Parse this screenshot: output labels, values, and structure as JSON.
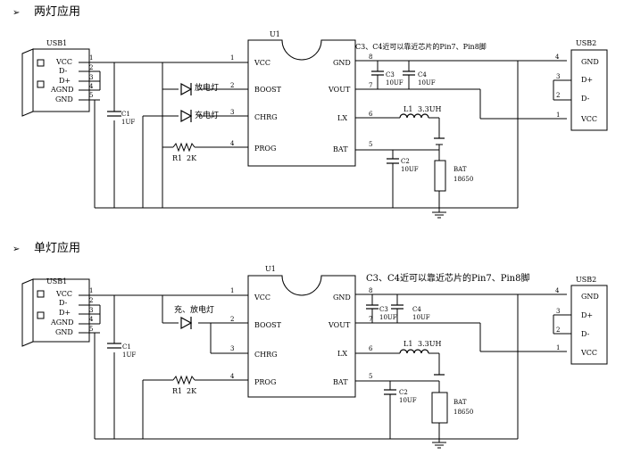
{
  "sections": [
    {
      "heading": "两灯应用",
      "usb1": {
        "name": "USB1",
        "pins": [
          "VCC",
          "D-",
          "D+",
          "AGND",
          "GND"
        ],
        "pin_numbers": [
          "1",
          "2",
          "3",
          "4",
          "5"
        ]
      },
      "u1": {
        "name": "U1",
        "left_pins": [
          "VCC",
          "BOOST",
          "CHRG",
          "PROG"
        ],
        "left_numbers": [
          "1",
          "2",
          "3",
          "4"
        ],
        "right_pins": [
          "GND",
          "VOUT",
          "LX",
          "BAT"
        ],
        "right_numbers": [
          "8",
          "7",
          "6",
          "5"
        ]
      },
      "note": "C3、C4近可以靠近芯片的Pin7、Pin8脚",
      "led_top": "放电灯",
      "led_bottom": "充电灯",
      "c1": {
        "name": "C1",
        "value": "1UF"
      },
      "r1": {
        "name": "R1",
        "value": "2K"
      },
      "c3": {
        "name": "C3",
        "value": "10UF"
      },
      "c4": {
        "name": "C4",
        "value": "10UF"
      },
      "l1": {
        "name": "L1",
        "value": "3.3UH"
      },
      "c2": {
        "name": "C2",
        "value": "10UF"
      },
      "bat": {
        "name": "BAT",
        "value": "18650"
      },
      "usb2": {
        "name": "USB2",
        "pins": [
          "GND",
          "D+",
          "D-",
          "VCC"
        ],
        "pin_numbers": [
          "4",
          "3",
          "2",
          "1"
        ]
      }
    },
    {
      "heading": "单灯应用",
      "usb1": {
        "name": "USB1",
        "pins": [
          "VCC",
          "D-",
          "D+",
          "AGND",
          "GND"
        ],
        "pin_numbers": [
          "1",
          "2",
          "3",
          "4",
          "5"
        ]
      },
      "u1": {
        "name": "U1",
        "left_pins": [
          "VCC",
          "BOOST",
          "CHRG",
          "PROG"
        ],
        "left_numbers": [
          "1",
          "2",
          "3",
          "4"
        ],
        "right_pins": [
          "GND",
          "VOUT",
          "LX",
          "BAT"
        ],
        "right_numbers": [
          "8",
          "7",
          "6",
          "5"
        ]
      },
      "note": "C3、C4近可以靠近芯片的Pin7、Pin8脚",
      "led": "充、放电灯",
      "c1": {
        "name": "C1",
        "value": "1UF"
      },
      "r1": {
        "name": "R1",
        "value": "2K"
      },
      "c3": {
        "name": "C3",
        "value": "10UF"
      },
      "c4": {
        "name": "C4",
        "value": "10UF"
      },
      "l1": {
        "name": "L1",
        "value": "3.3UH"
      },
      "c2": {
        "name": "C2",
        "value": "10UF"
      },
      "bat": {
        "name": "BAT",
        "value": "18650"
      },
      "usb2": {
        "name": "USB2",
        "pins": [
          "GND",
          "D+",
          "D-",
          "VCC"
        ],
        "pin_numbers": [
          "4",
          "3",
          "2",
          "1"
        ]
      }
    }
  ]
}
